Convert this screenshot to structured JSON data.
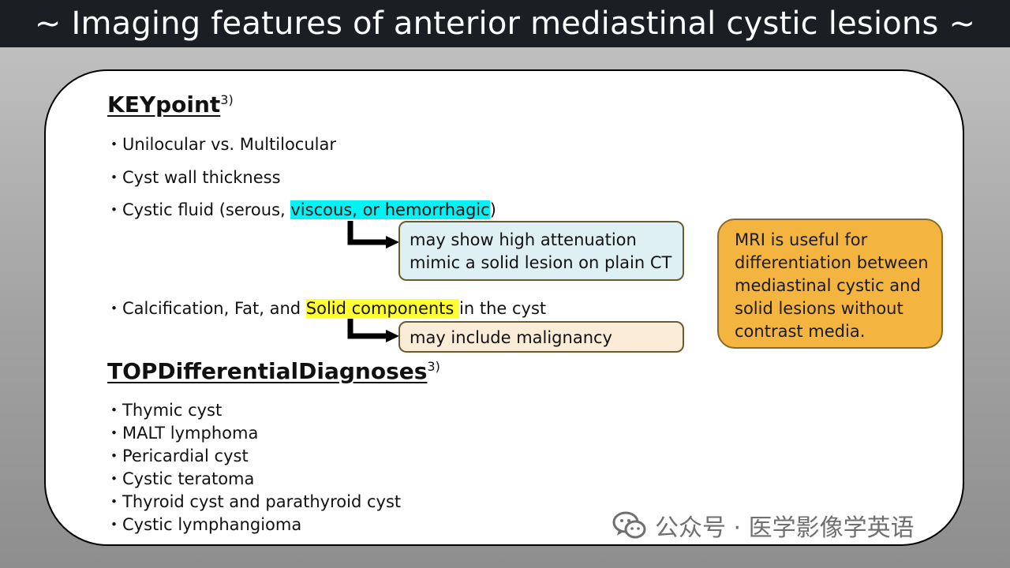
{
  "title": "~ Imaging features of anterior mediastinal cystic lesions ~",
  "keypoint": {
    "heading": "KEYpoint",
    "ref": "3)",
    "items": [
      "・Unilocular vs. Multilocular",
      "・Cyst wall thickness"
    ],
    "fluid": {
      "prefix": "・Cystic fluid (serous, ",
      "highlight": "viscous, or hemorrhagic",
      "suffix": ")"
    },
    "fluid_note": {
      "line1": "may show high attenuation",
      "line2": "mimic a solid lesion on plain CT"
    },
    "calc": {
      "prefix": "・Calcification, Fat, and ",
      "highlight": "Solid components ",
      "suffix": "in the cyst"
    },
    "calc_note": "may include malignancy",
    "highlight_colors": {
      "cyan": "#00f3f5",
      "yellow": "#ffff33"
    }
  },
  "mri_note": {
    "lines": [
      "MRI is useful for",
      "differentiation between",
      "mediastinal cystic and",
      "solid lesions without",
      "contrast media."
    ],
    "color": "#f4b440"
  },
  "differentials": {
    "heading": "TOPDifferentialDiagnoses",
    "ref": "3)",
    "items": [
      "・Thymic cyst",
      "・MALT lymphoma",
      "・Pericardial cyst",
      "・Cystic teratoma",
      "・Thyroid cyst and parathyroid cyst",
      "・Cystic lymphangioma"
    ]
  },
  "watermark": {
    "icon": "wechat-icon",
    "text": "公众号 · 医学影像学英语"
  }
}
